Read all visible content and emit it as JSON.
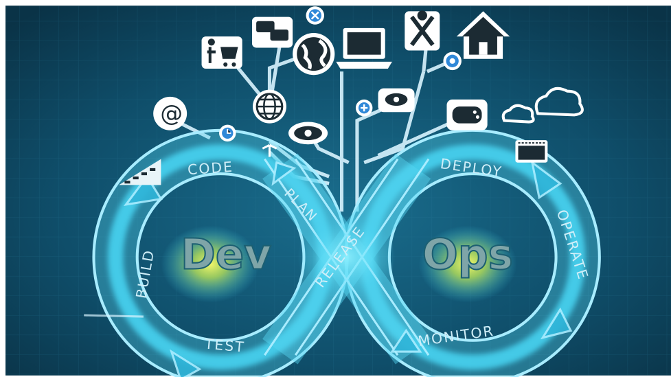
{
  "diagram": {
    "left_loop_title": "Dev",
    "right_loop_title": "Ops",
    "stages": {
      "code": "CODE",
      "build": "BUILD",
      "test": "TEST",
      "plan": "PLAN",
      "release": "RELEASE",
      "deploy": "DEPLOY",
      "operate": "OPERATE",
      "monitor": "MONITOR"
    },
    "icons": [
      "at-sign-icon",
      "globe-icon",
      "shopping-cart-icon",
      "chat-bubbles-icon",
      "world-icon",
      "laptop-icon",
      "close-badge-icon",
      "tools-icon",
      "home-icon",
      "target-icon",
      "eye-icon",
      "plus-badge-icon",
      "game-controller-icon",
      "cloud-icon",
      "webcam-icon",
      "clock-icon",
      "bar-chart-icon",
      "window-icon"
    ],
    "colors": {
      "background": "#0d4a63",
      "glow": "#3fd0f0",
      "core": "#e8f05a"
    }
  }
}
